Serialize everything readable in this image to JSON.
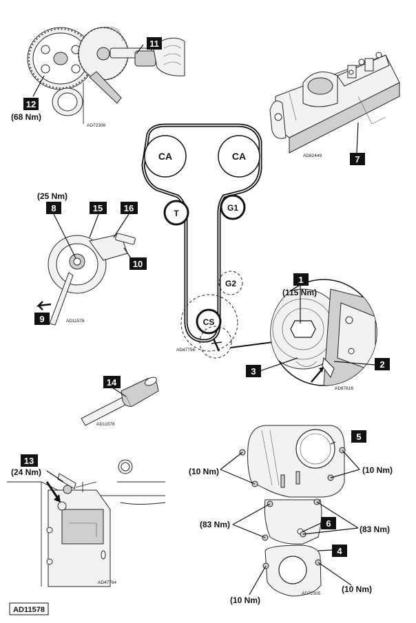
{
  "callouts": {
    "c1": "1",
    "c2": "2",
    "c3": "3",
    "c4": "4",
    "c5": "5",
    "c6": "6",
    "c7": "7",
    "c8": "8",
    "c9": "9",
    "c10": "10",
    "c11": "11",
    "c12": "12",
    "c13": "13",
    "c14": "14",
    "c15": "15",
    "c16": "16"
  },
  "torques": {
    "t1": "(115 Nm)",
    "t8": "(25 Nm)",
    "t12": "(68 Nm)",
    "t13": "(24 Nm)",
    "cover_upper_left": "(10 Nm)",
    "cover_upper_right": "(10 Nm)",
    "cover_mid_left": "(83 Nm)",
    "cover_mid_right": "(83 Nm)",
    "cover_lower_left": "(10 Nm)",
    "cover_lower_right": "(10 Nm)"
  },
  "pulleys": {
    "cam_left": "CA",
    "cam_right": "CA",
    "tensioner": "T",
    "guide1": "G1",
    "guide2": "G2",
    "crank": "CS"
  },
  "codes": {
    "ad72308": "AD72308",
    "ad82449": "AD82449",
    "ad47756": "AD47756",
    "ad11578_a": "AD11578",
    "ad87616": "AD87616",
    "ad11578_b": "AD11578",
    "ad47764": "AD47764",
    "ad72305": "AD72305"
  },
  "footer": {
    "ref": "AD11578"
  }
}
